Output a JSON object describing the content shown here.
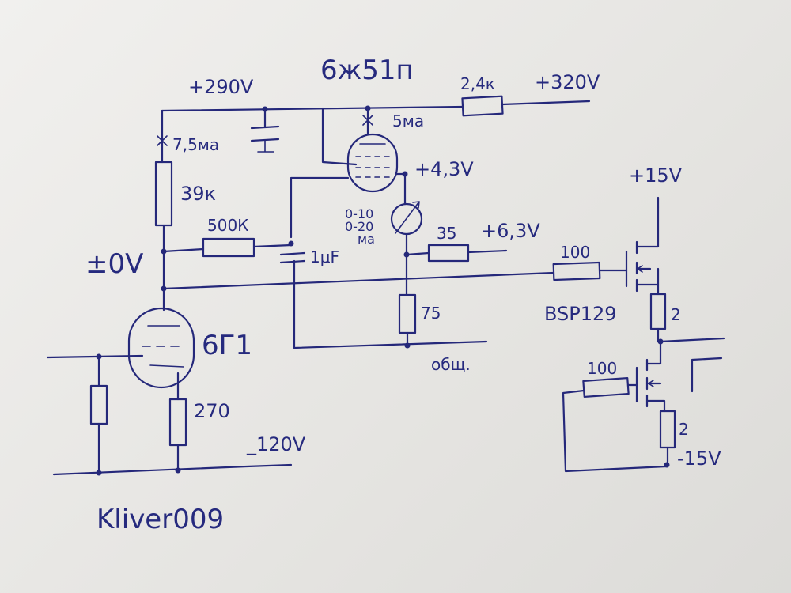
{
  "labels": {
    "v290": "+290V",
    "tube_top": "6ж51п",
    "r_2k4": "2,4к",
    "v320": "+320V",
    "i_5ma": "5ма",
    "i_7_5ma": "7,5ма",
    "v4_3": "+4,3V",
    "r_39k": "39к",
    "meter_range_1": "0-10",
    "meter_range_2": "0-20",
    "meter_unit": "ма",
    "v15_top": "+15V",
    "r_500k": "500К",
    "r_35": "35",
    "v6_3": "+6,3V",
    "cap_1uf": "1μF",
    "v0": "±0V",
    "r_100_top": "100",
    "bsp129": "BSP129",
    "r_75": "75",
    "tube_bottom": "6Г1",
    "r_2_top": "2",
    "common": "общ.",
    "r_100_bottom": "100",
    "r_270": "270",
    "r_2_bottom": "2",
    "v_minus_120": "_120V",
    "v_minus_15": "-15V",
    "signature": "Kliver009"
  }
}
